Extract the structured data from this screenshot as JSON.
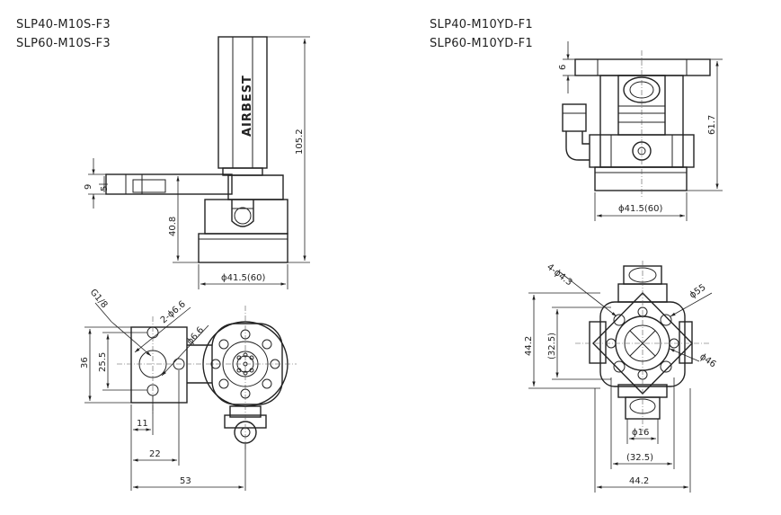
{
  "models": {
    "left_line1": "SLP40-M10S-F3",
    "left_line2": "SLP60-M10S-F3",
    "right_line1": "SLP40-M10YD-F1",
    "right_line2": "SLP60-M10YD-F1"
  },
  "brand": "AIRBEST",
  "dims": {
    "d9": "9",
    "d5": "5",
    "d40_8": "40.8",
    "d105_2": "105.2",
    "d41_5_left": "ϕ41.5(60)",
    "g1_8": "G1/8",
    "two_phi66": "2-ϕ6.6",
    "phi66": "ϕ6.6",
    "d36": "36",
    "d25_5": "25.5",
    "d11": "11",
    "d22": "22",
    "d53": "53",
    "d6": "6",
    "d61_7": "61.7",
    "d41_5_right": "ϕ41.5(60)",
    "four_phi43": "4-ϕ4.3",
    "phi55": "ϕ55",
    "d44_2_v": "44.2",
    "d32_5_v": "(32.5)",
    "phi46": "ϕ46",
    "phi16": "ϕ16",
    "d32_5_h": "(32.5)",
    "d44_2_h": "44.2"
  }
}
